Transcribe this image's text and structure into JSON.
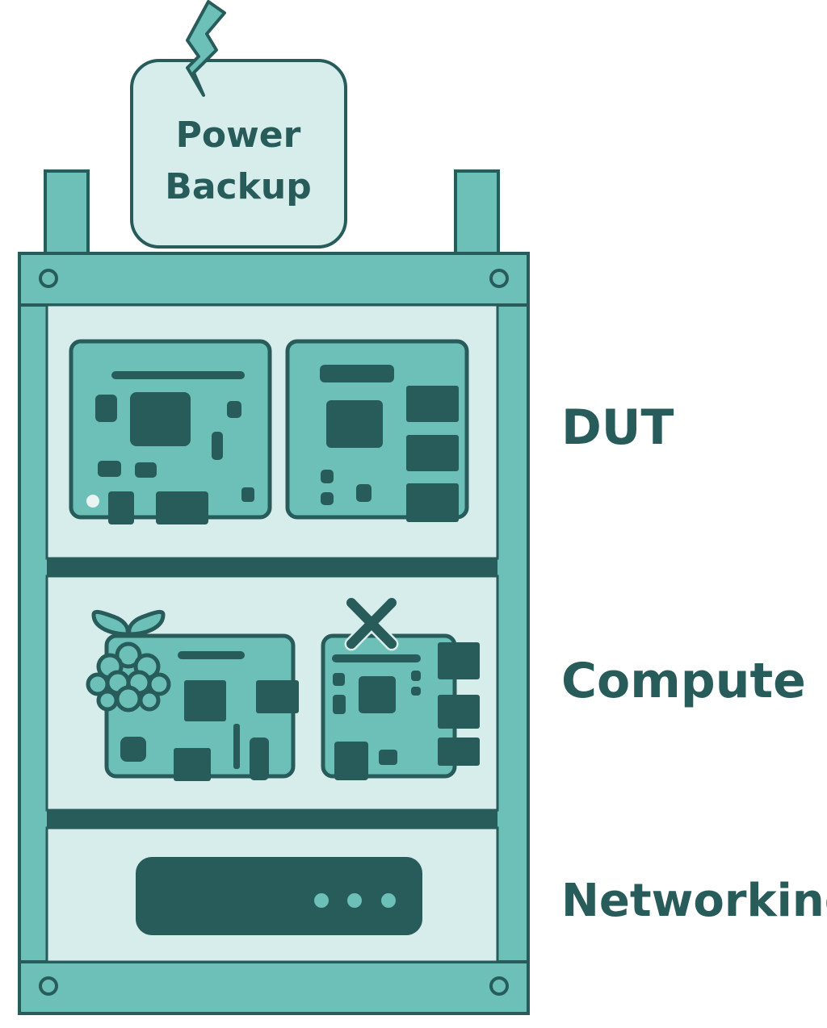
{
  "colors": {
    "dark": "#275c5b",
    "teal": "#6cc0b8",
    "pale": "#d7edeb",
    "white": "#ffffff"
  },
  "power_box": {
    "line1": "Power",
    "line2": "Backup",
    "icon": "lightning-bolt-icon"
  },
  "shelves": [
    {
      "label": "DUT",
      "contents": [
        "dev-board",
        "dev-board"
      ]
    },
    {
      "label": "Compute",
      "contents": [
        "raspberry-pi-board",
        "x-board"
      ]
    },
    {
      "label": "Networking",
      "contents": [
        "network-switch"
      ]
    }
  ],
  "switch": {
    "leds": 3
  }
}
